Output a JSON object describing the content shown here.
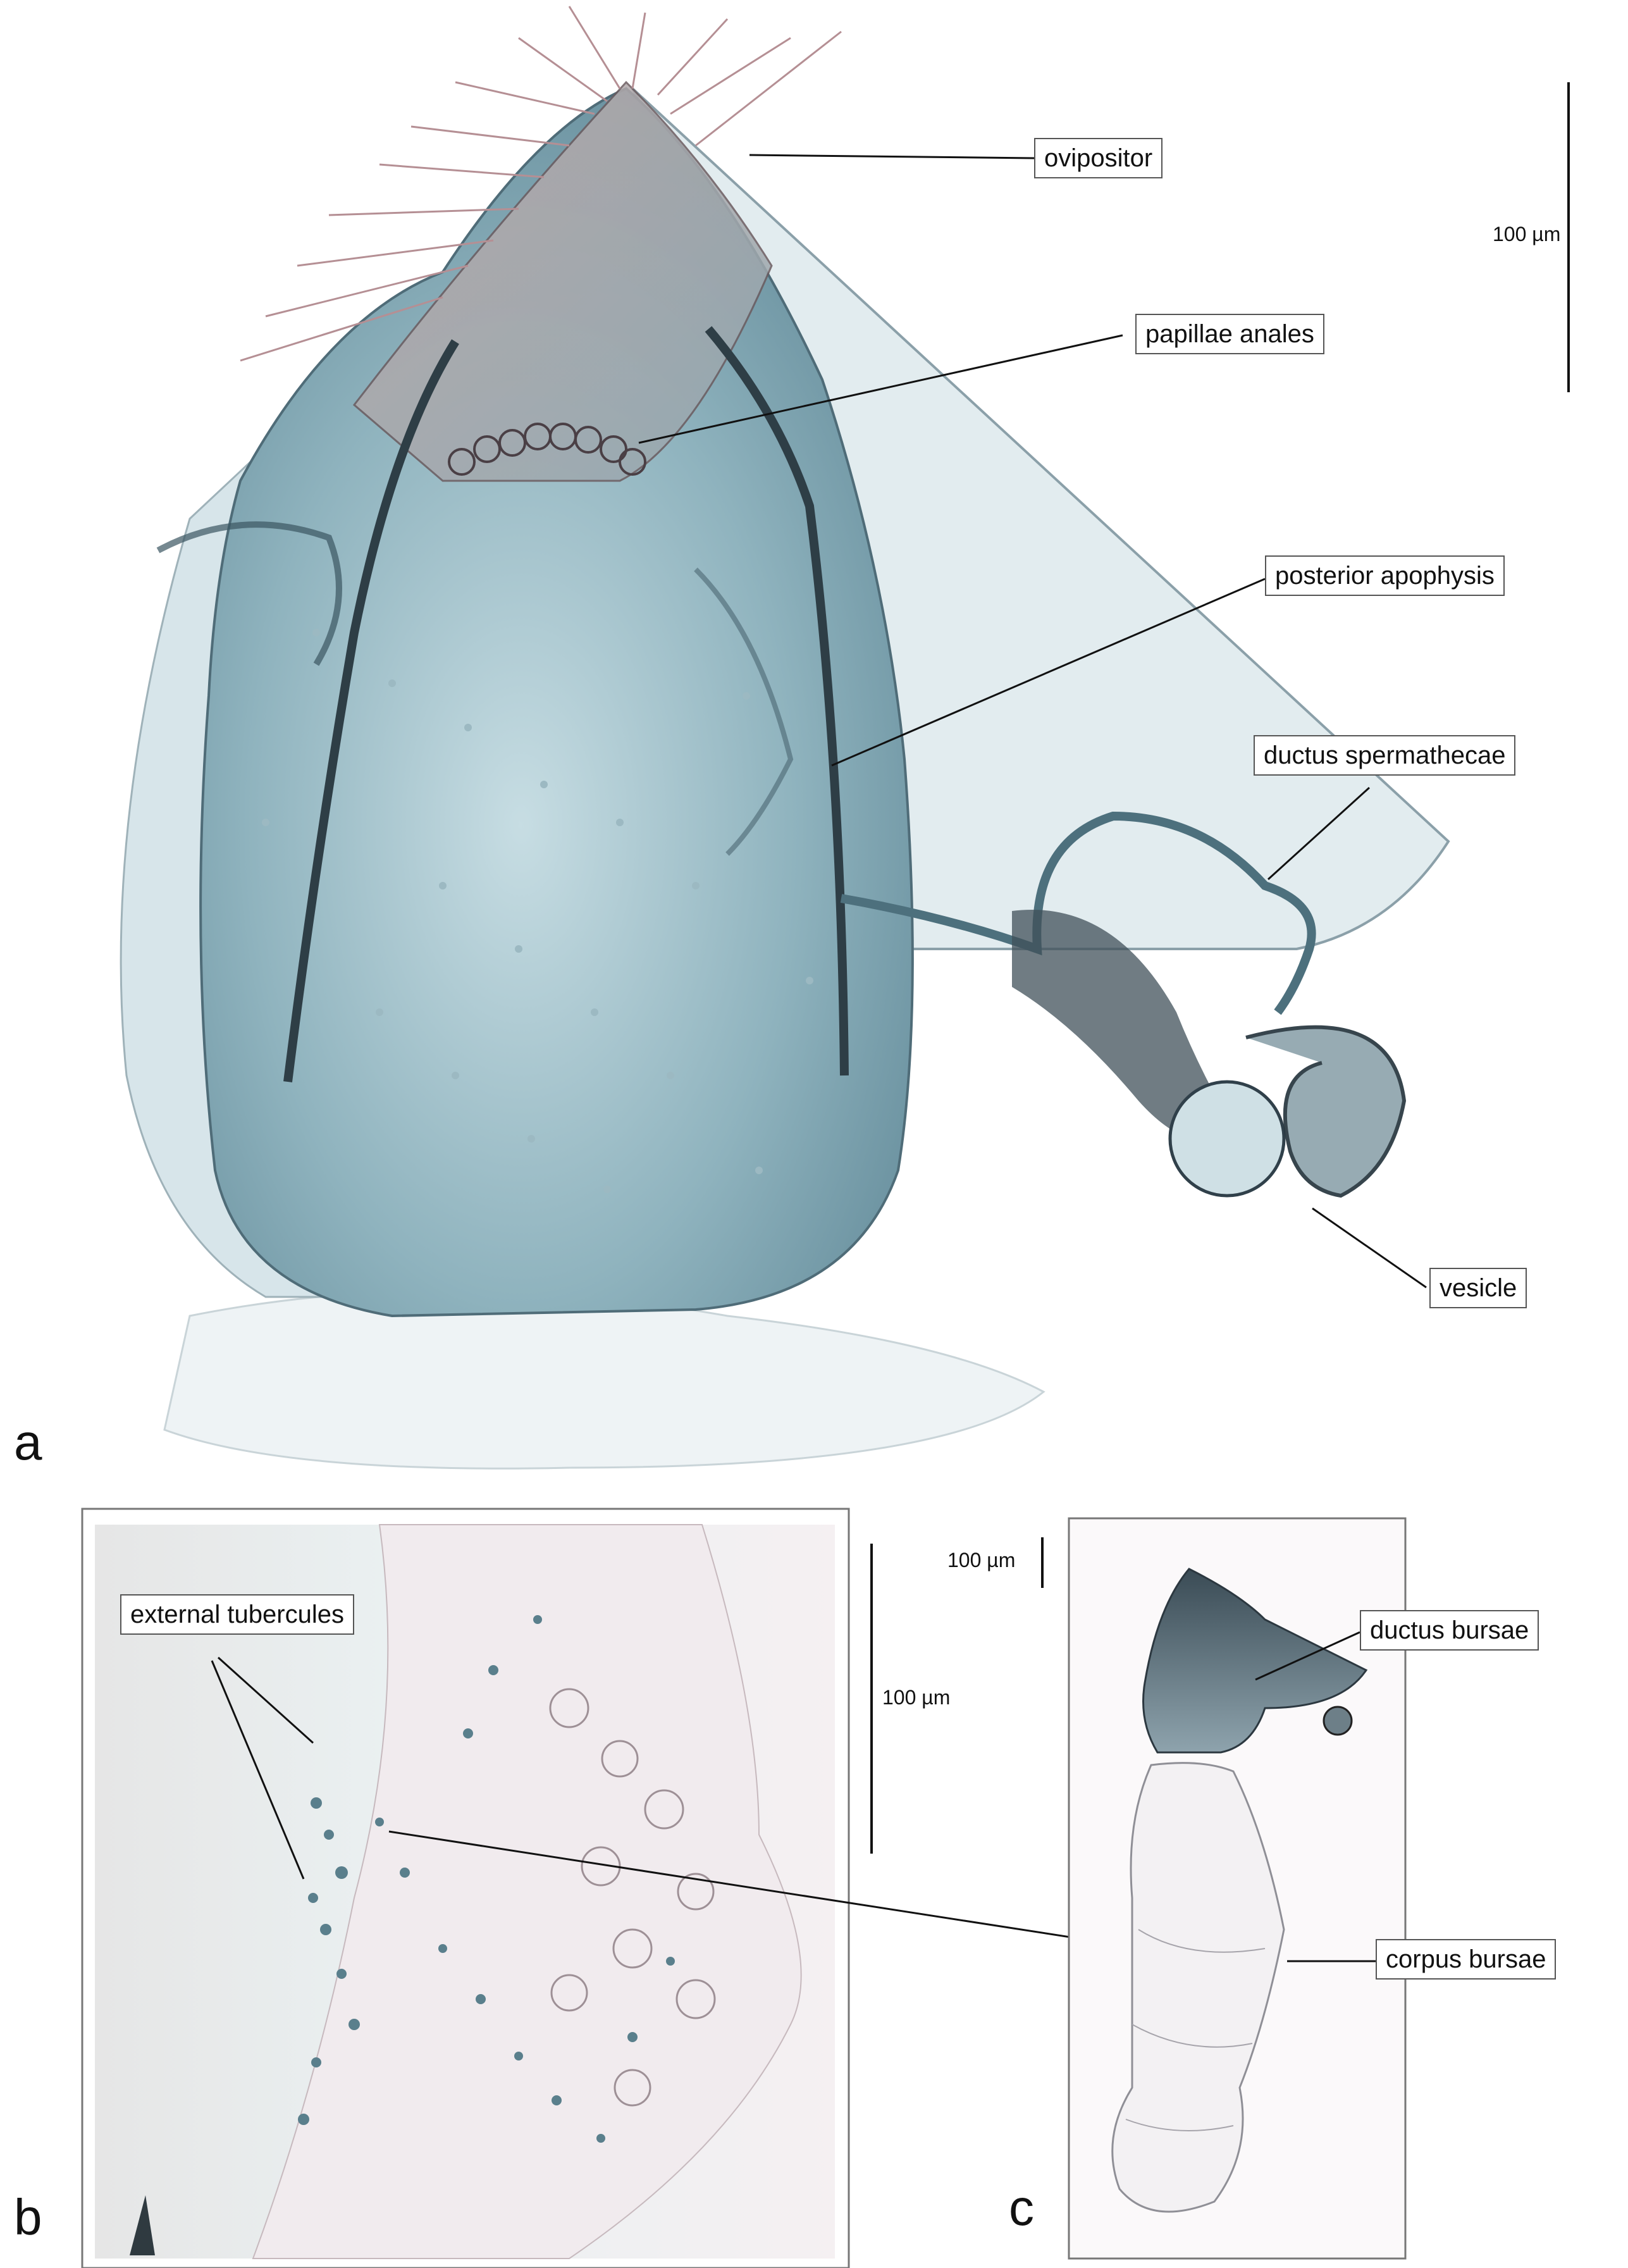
{
  "panels": {
    "a": {
      "letter": "a",
      "scale": "100 µm",
      "labels": {
        "ovipositor": "ovipositor",
        "papillae_anales": "papillae anales",
        "posterior_apophysis": "posterior apophysis",
        "ductus_spermathecae": "ductus spermathecae",
        "vesicle": "vesicle"
      }
    },
    "b": {
      "letter": "b",
      "scale": "100 µm",
      "labels": {
        "external_tubercules": "external tubercules"
      }
    },
    "c": {
      "letter": "c",
      "scale": "100 µm",
      "labels": {
        "ductus_bursae": "ductus bursae",
        "corpus_bursae": "corpus bursae"
      }
    }
  },
  "colors": {
    "stain": "#6f98a6",
    "dark_stain": "#2f4a57",
    "tissue_light": "#d9e6ea",
    "panel_b_bg": "#f3eef0",
    "panel_c_bg": "#f7f4f6"
  }
}
